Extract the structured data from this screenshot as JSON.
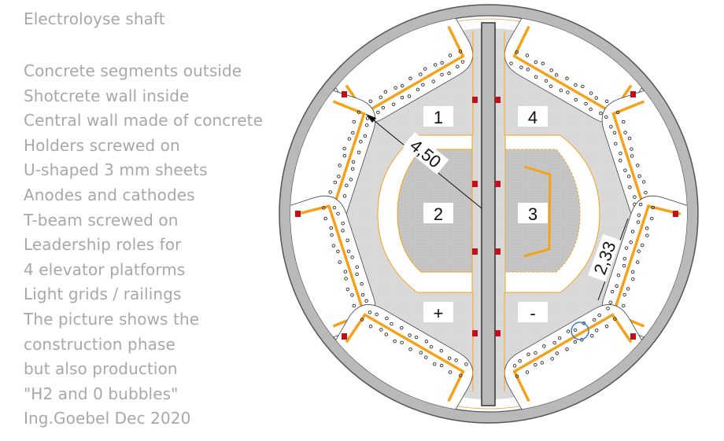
{
  "title": "Electroloyse shaft",
  "notes": [
    "Concrete segments outside",
    "Shotcrete wall inside",
    "Central wall made of concrete",
    "Holders screwed on",
    "U-shaped 3 mm sheets",
    "Anodes and cathodes",
    "T-beam screwed on",
    "Leadership roles for",
    "4 elevator platforms",
    "Light grids / railings",
    "The picture shows the",
    "construction phase",
    "but also production",
    "\"H2 and 0 bubbles\"",
    "Ing.Goebel Dec 2020"
  ],
  "diagram": {
    "platform_labels": [
      "1",
      "4",
      "2",
      "3",
      "+",
      "-"
    ],
    "dimensions": [
      "4,50",
      "2,33"
    ],
    "colors": {
      "sheet": "#f5a21b",
      "wall": "#b8b8b8",
      "floor": "#d9d9d9",
      "plate": "#c4c4c4",
      "holder": "#c0101a",
      "text": "#a8a8a8"
    }
  }
}
